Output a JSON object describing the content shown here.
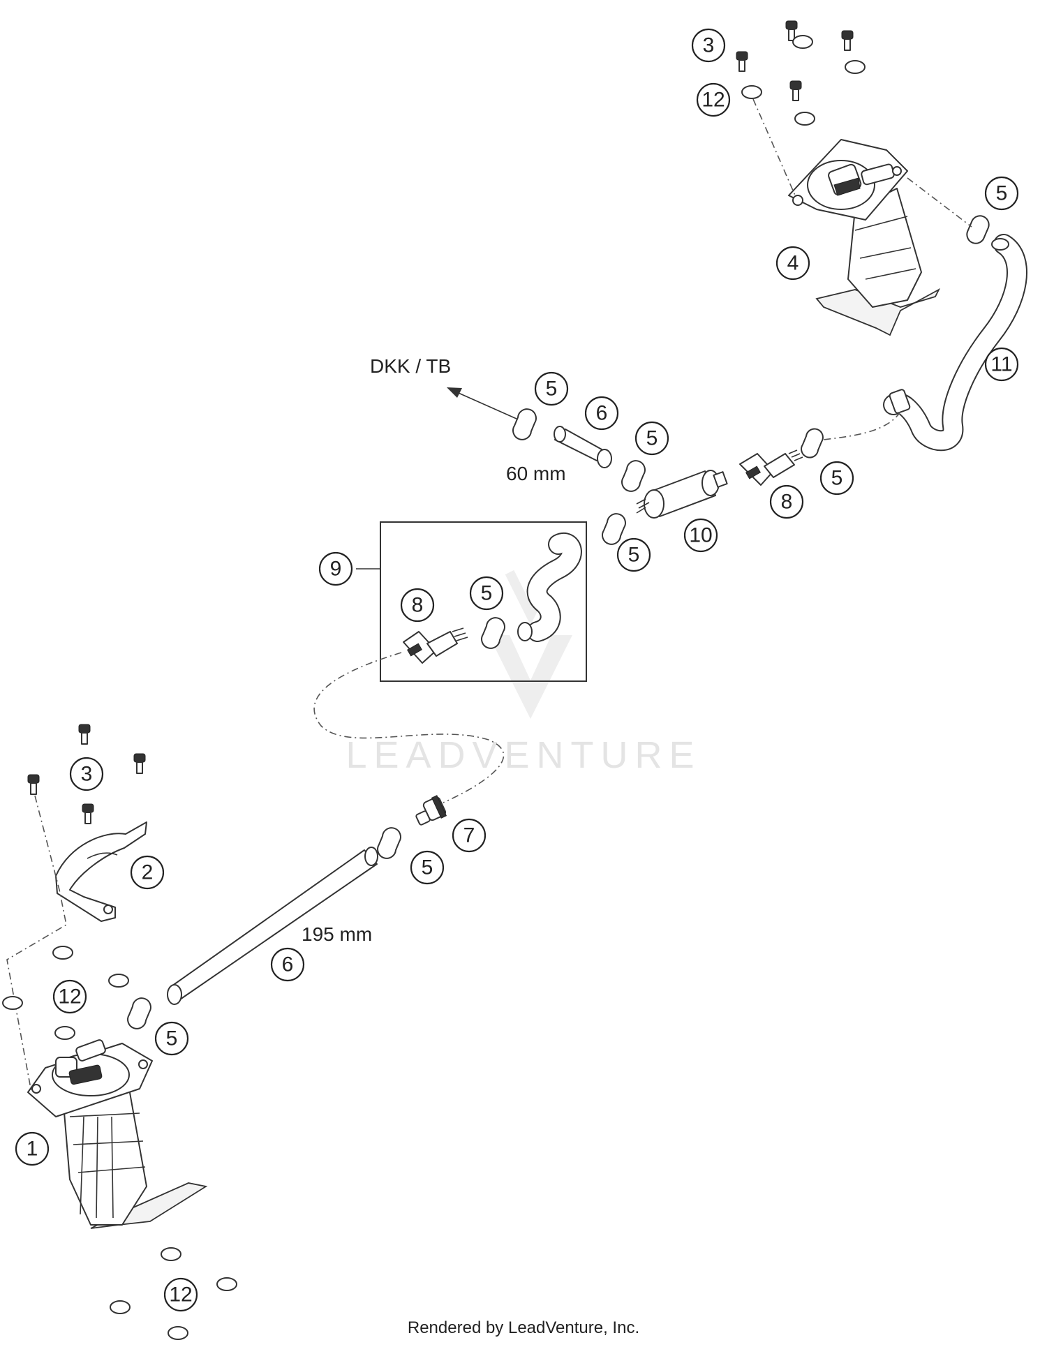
{
  "labels": {
    "direction": "DKK / TB",
    "length_short": "60 mm",
    "length_long": "195 mm"
  },
  "watermark": "LEADVENTURE",
  "footer": "Rendered by LeadVenture, Inc.",
  "callouts": [
    "1",
    "2",
    "3",
    "3",
    "4",
    "5",
    "5",
    "5",
    "5",
    "5",
    "5",
    "5",
    "5",
    "6",
    "6",
    "7",
    "8",
    "8",
    "9",
    "10",
    "11",
    "12",
    "12",
    "12"
  ]
}
